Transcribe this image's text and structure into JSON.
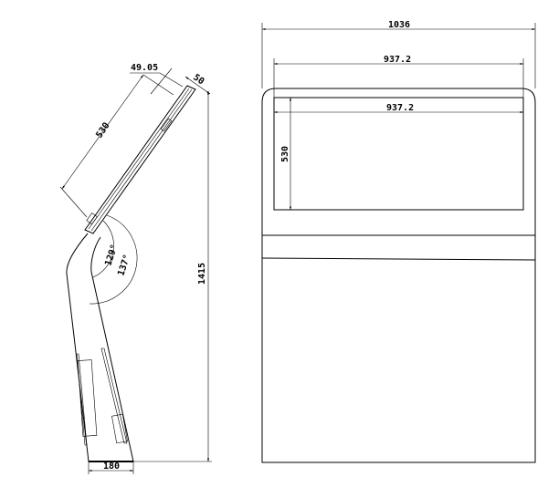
{
  "side_view": {
    "dim_top_offset": "49.05",
    "dim_depth": "50",
    "dim_screen_height": "530",
    "angle_inner": "129°",
    "angle_outer": "137°",
    "dim_total_height": "1415",
    "dim_base_width": "180"
  },
  "front_view": {
    "dim_total_width": "1036",
    "dim_screen_width_outer": "937.2",
    "dim_screen_width_inner": "937.2",
    "dim_screen_height": "530"
  }
}
